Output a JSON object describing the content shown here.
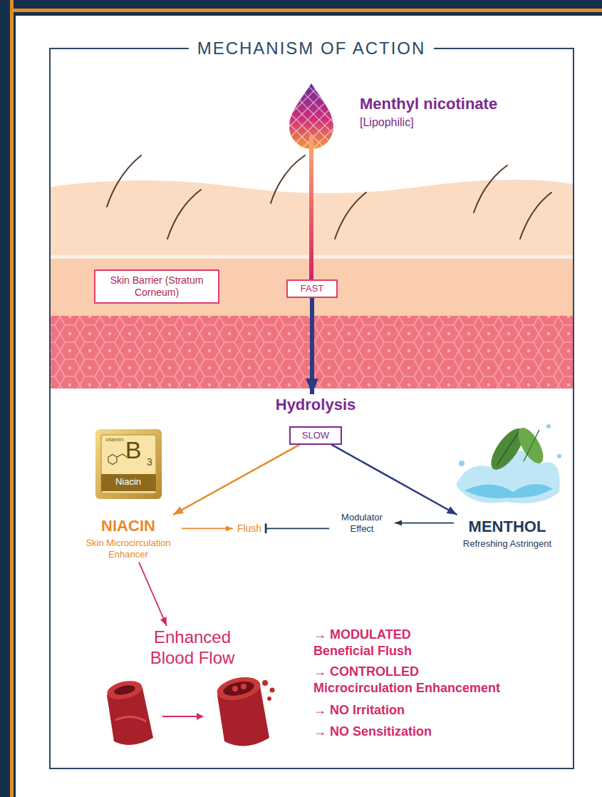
{
  "diagram": {
    "title": "MECHANISM OF ACTION",
    "nodes": [
      {
        "text": [
          "Menthyl nicotinate",
          "[Lipophilic]"
        ]
      },
      {
        "text": [
          "Skin Barrier (Stratum Corneum)"
        ]
      },
      {
        "text": [
          "FAST"
        ]
      },
      {
        "text": [
          "Hydrolysis"
        ]
      },
      {
        "text": [
          "SLOW"
        ]
      },
      {
        "text": [
          "NIACIN",
          "Skin Microcirculation Enhancer"
        ]
      },
      {
        "text": [
          "Flush"
        ]
      },
      {
        "text": [
          "Modulator Effect"
        ]
      },
      {
        "text": [
          "MENTHOL",
          "Refreshing Astringent"
        ]
      },
      {
        "text": [
          "Enhanced Blood Flow"
        ]
      }
    ],
    "edges": [
      {
        "from": 0,
        "to": 2,
        "arrow": "none"
      },
      {
        "from": 2,
        "to": 3,
        "arrow": "to"
      },
      {
        "from": 4,
        "to": 5,
        "arrow": "to"
      },
      {
        "from": 4,
        "to": 8,
        "arrow": "to"
      },
      {
        "from": 5,
        "to": 6,
        "arrow": "to"
      },
      {
        "from": 7,
        "to": 6,
        "arrow": "to"
      },
      {
        "from": 8,
        "to": 7,
        "arrow": "to"
      },
      {
        "from": 5,
        "to": 9,
        "arrow": "to"
      }
    ],
    "labels": [
      "vitamin",
      "B",
      "3",
      "Niacin",
      "→ MODULATED",
      "Beneficial Flush",
      "→ CONTROLLED",
      "Microcirculation Enhancement",
      "→ NO Irritation",
      "→ NO Sensitization"
    ]
  }
}
